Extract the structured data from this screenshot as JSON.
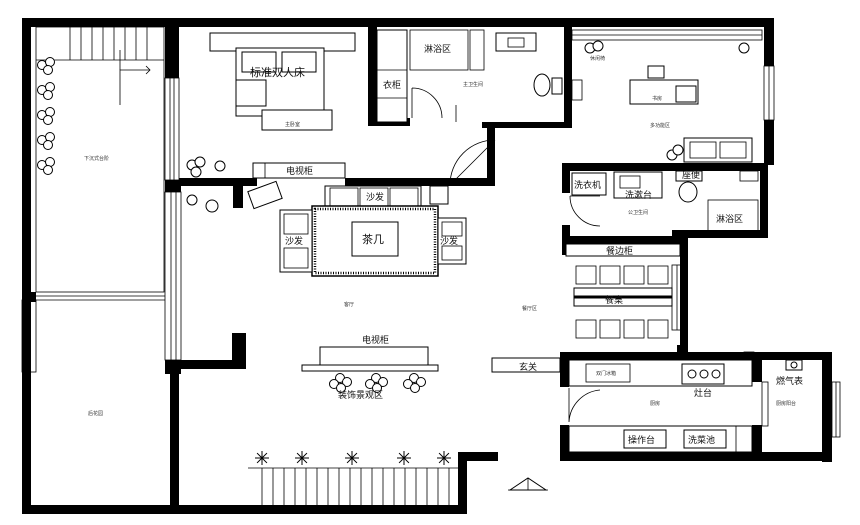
{
  "labels": {
    "shower_1": "淋浴区",
    "master_bath": "主卫生间",
    "double_bed": "标准双人床",
    "wardrobe": "衣柜",
    "master_bedroom": "主卧室",
    "tv_cabinet_top": "电视柜",
    "study": "书房",
    "multi_room": "多功能区",
    "staircase_up": "下沉式台阶",
    "sofa_top": "沙发",
    "sofa_left": "沙发",
    "sofa_right": "沙发",
    "coffee_table": "茶几",
    "laundry": "洗衣机",
    "washbasin": "洗漱台",
    "toilet": "座便",
    "guest_bath": "公卫生间",
    "shower_2": "淋浴区",
    "sideboard": "餐边柜",
    "dining_table": "餐桌",
    "living_room": "客厅",
    "dining_room": "餐厅区",
    "tv_cabinet_main": "电视柜",
    "decor_area": "装饰景观区",
    "entrance": "玄关",
    "fridge": "双门冰箱",
    "stove": "灶台",
    "kitchen": "厨房",
    "gas_meter": "燃气表",
    "kitchen_balcony": "厨房阳台",
    "prep_counter": "操作台",
    "sink": "洗菜池",
    "back_garden": "后花园",
    "leisure_chair": "休闲椅"
  },
  "icons": {
    "toilet": "toilet-icon",
    "plant": "plant-icon",
    "north_arrow": "north-arrow-icon",
    "stove": "stove-burners-icon"
  }
}
